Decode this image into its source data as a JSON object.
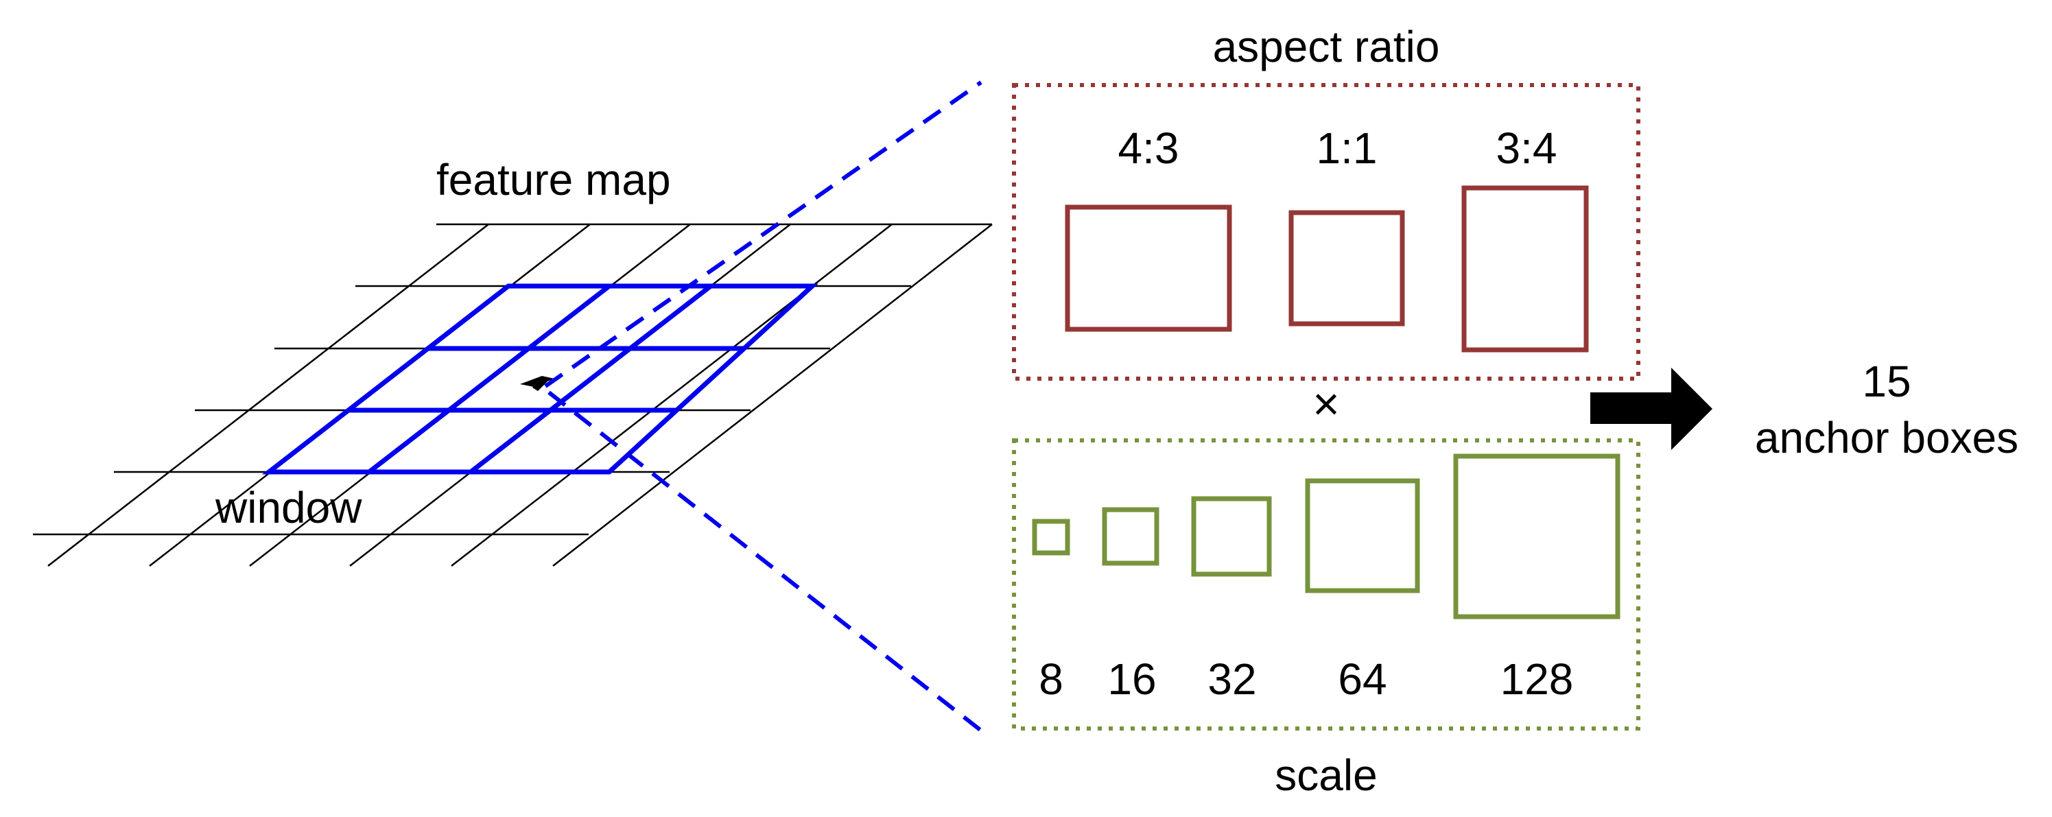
{
  "labels": {
    "feature_map": "feature map",
    "window": "window",
    "aspect_ratio": "aspect ratio",
    "scale": "scale",
    "times": "×",
    "result_count": "15",
    "result_text": "anchor boxes"
  },
  "aspect_ratios": [
    "4:3",
    "1:1",
    "3:4"
  ],
  "scales": [
    "8",
    "16",
    "32",
    "64",
    "128"
  ],
  "colors": {
    "grid": "#000000",
    "window": "#0000ee",
    "aspect_box": "#953735",
    "scale_box": "#77933c",
    "arrow": "#000000"
  }
}
